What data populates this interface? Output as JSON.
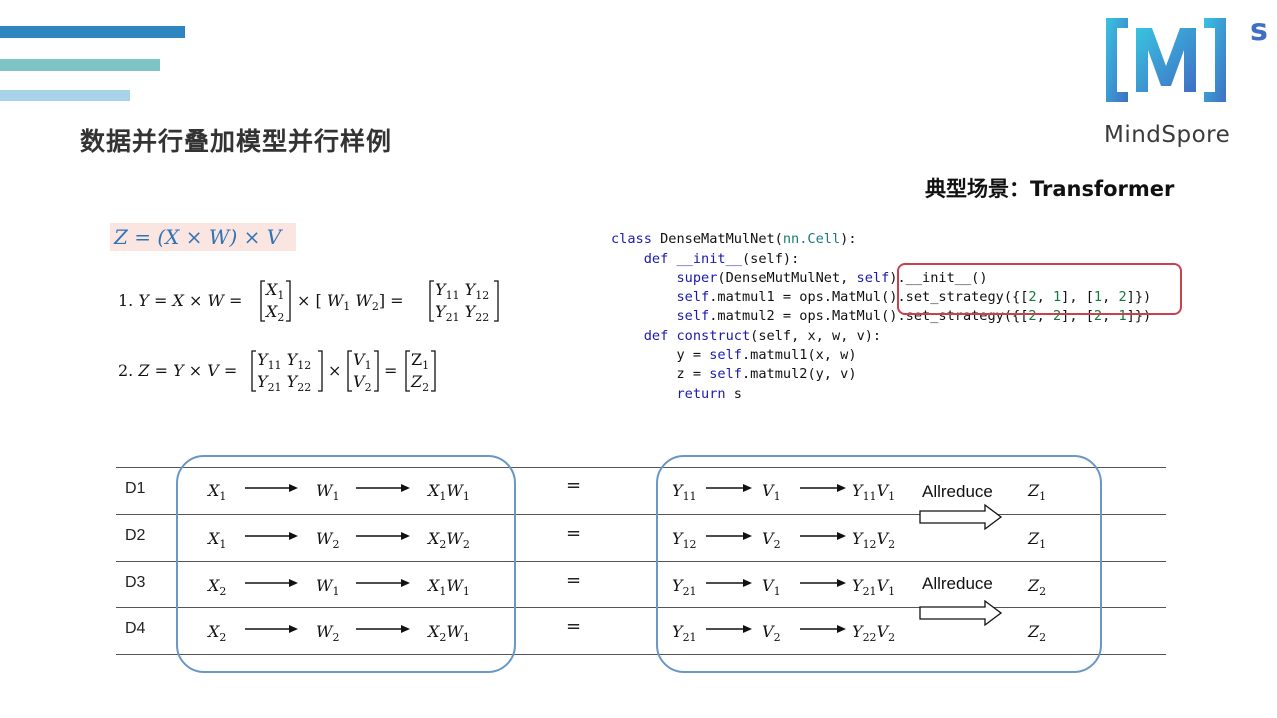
{
  "header": {
    "title": "数据并行叠加模型并行样例",
    "subtitle": "典型场景：Transformer",
    "logo_mark": "[M]s",
    "logo_text": "MindSpore",
    "accent_colors": [
      "#2e86c1",
      "#7fc4c4",
      "#a8d4ea"
    ]
  },
  "formulas": {
    "main": "Z = (X × W) × V",
    "step1": "1. Y = X × W = [X1; X2] × [W1 W2] = [Y11 Y12; Y21 Y22]",
    "step2": "2. Z = Y × V = [Y11 Y12; Y21 Y22] × [V1; V2] = [Z1; Z2]"
  },
  "code_lines": [
    "class DenseMatMulNet(nn.Cell):",
    "    def __init__(self):",
    "        super(DenseMutMulNet, self).__init__()",
    "        self.matmul1 = ops.MatMul().set_strategy({[2, 1], [1, 2]})",
    "        self.matmul2 = ops.MatMul().set_strategy({[2, 2], [2, 1]})",
    "    def construct(self, x, w, v):",
    "        y = self.matmul1(x, w)",
    "        z = self.matmul2(y, v)",
    "        return s"
  ],
  "table": {
    "rows": [
      {
        "device": "D1",
        "a": "X1",
        "b": "W1",
        "ab": "X1W1",
        "eq": "=",
        "y": "Y11",
        "v": "V1",
        "yv": "Y11V1",
        "z": "Z1"
      },
      {
        "device": "D2",
        "a": "X1",
        "b": "W2",
        "ab": "X2W2",
        "eq": "=",
        "y": "Y12",
        "v": "V2",
        "yv": "Y12V2",
        "z": "Z1"
      },
      {
        "device": "D3",
        "a": "X2",
        "b": "W1",
        "ab": "X1W1",
        "eq": "=",
        "y": "Y21",
        "v": "V1",
        "yv": "Y21V1",
        "z": "Z2"
      },
      {
        "device": "D4",
        "a": "X2",
        "b": "W2",
        "ab": "X2W1",
        "eq": "=",
        "y": "Y21",
        "v": "V2",
        "yv": "Y22V2",
        "z": "Z2"
      }
    ],
    "allreduce_labels": [
      "Allreduce",
      "Allreduce"
    ]
  }
}
